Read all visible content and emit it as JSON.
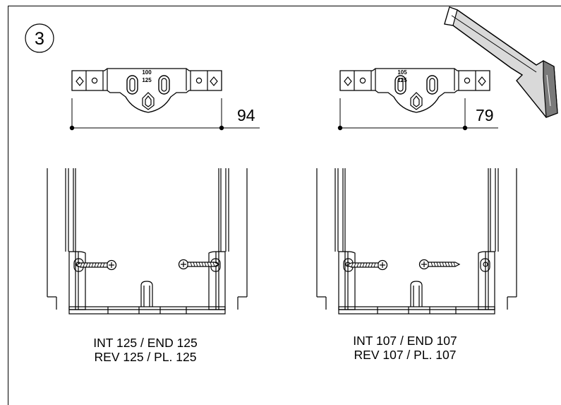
{
  "step": {
    "number": "3"
  },
  "left": {
    "bracket_stamp_top": "100",
    "bracket_stamp_bottom": "125",
    "dimension": "94",
    "caption_line1": "INT 125 / END 125",
    "caption_line2": "REV 125 / PL. 125"
  },
  "right": {
    "bracket_stamp_top": "105",
    "bracket_stamp_bottom": "125",
    "dimension": "79",
    "caption_line1": "INT 107 / END 107",
    "caption_line2": "REV 107 / PL. 107"
  },
  "icons": [
    "hacksaw-icon",
    "screw-icon",
    "bracket-drawing"
  ]
}
